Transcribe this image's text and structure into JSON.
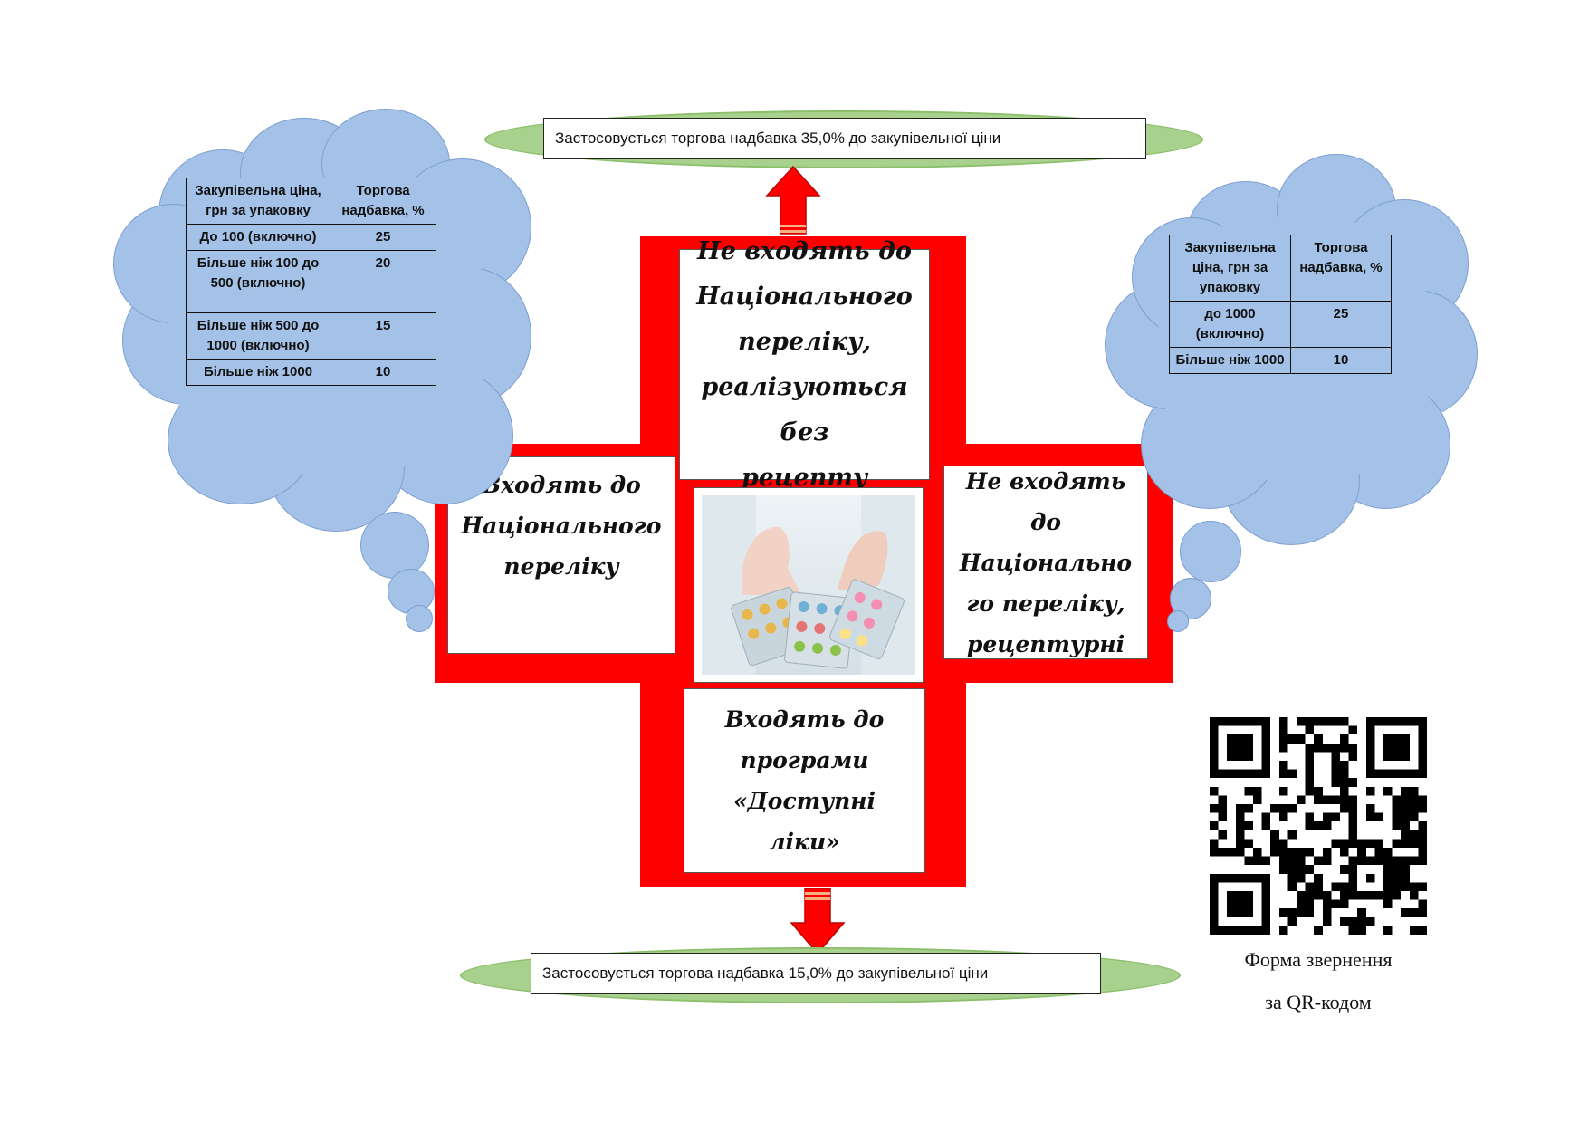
{
  "top_note": "Застосовується торгова надбавка 35,0% до закупівельної ціни",
  "bottom_note": "Застосовується торгова надбавка 15,0% до закупівельної ціни",
  "cross": {
    "top": "Не входять до\nНаціонального\nпереліку,\nреалізуються без\nрецепту",
    "left": "Входять до\nНаціонального\nпереліку",
    "right": "Не входять до\nНаціонально\nго переліку,\nрецептурні",
    "bottom": "Входять до\nпрограми\n«Доступні\nліки»"
  },
  "left_table": {
    "headers": [
      "Закупівельна ціна, грн за упаковку",
      "Торгова надбавка, %"
    ],
    "rows": [
      [
        "До 100 (включно)",
        "25"
      ],
      [
        "Більше ніж 100 до 500 (включно)",
        "20"
      ],
      [
        "Більше ніж 500 до 1000 (включно)",
        "15"
      ],
      [
        "Більше ніж 1000",
        "10"
      ]
    ]
  },
  "right_table": {
    "headers": [
      "Закупівельна ціна, грн за упаковку",
      "Торгова надбавка, %"
    ],
    "rows": [
      [
        "до 1000 (включно)",
        "25"
      ],
      [
        "Більше ніж 1000",
        "10"
      ]
    ]
  },
  "qr": {
    "caption_line1": "Форма звернення",
    "caption_line2": "за QR-кодом"
  },
  "colors": {
    "cross_red": "#ff0000",
    "oval_green": "#a9d18e",
    "cloud_blue": "#a4c2e8"
  },
  "icons": [
    "pills-photo",
    "qr-code",
    "arrow-up-icon",
    "arrow-down-icon"
  ]
}
